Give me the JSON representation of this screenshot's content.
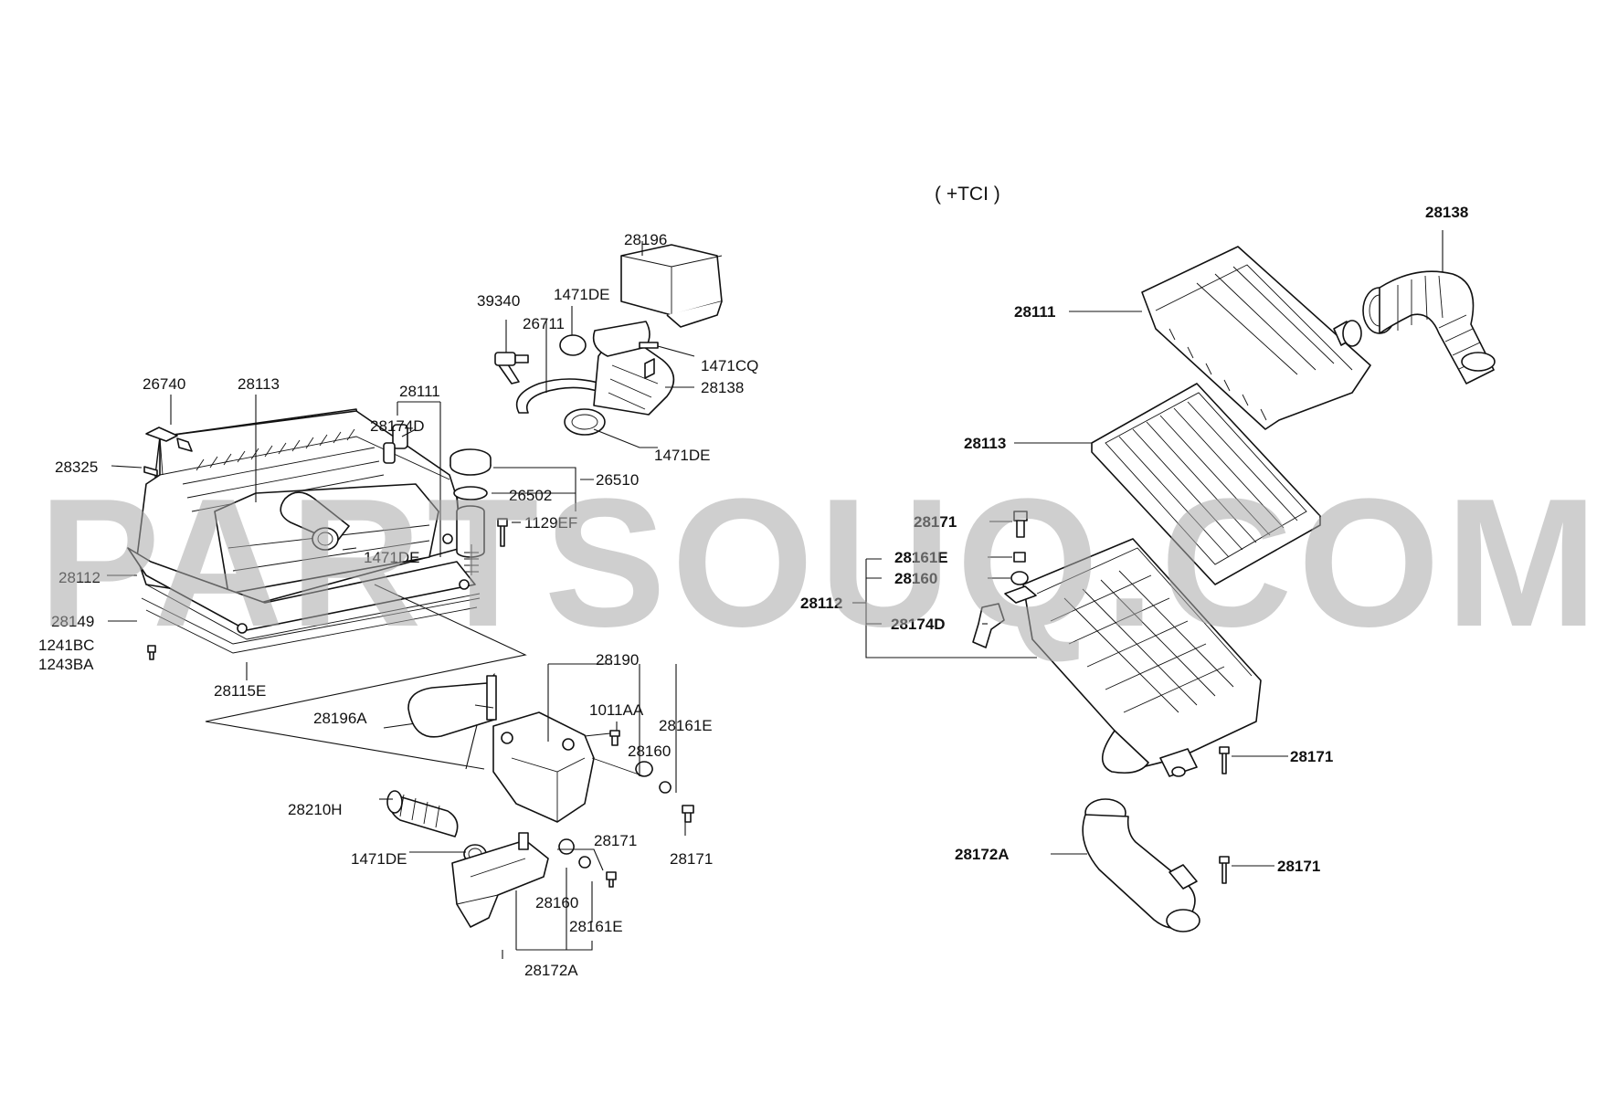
{
  "watermark": "PARTSOUQ.COM",
  "variant_label": "( +TCI )",
  "left_labels": {
    "p26740": "26740",
    "p28113": "28113",
    "p28325": "28325",
    "p28111": "28111",
    "p28174d": "28174D",
    "p39340": "39340",
    "p26711": "26711",
    "p1471de_top": "1471DE",
    "p28196": "28196",
    "p1471cq": "1471CQ",
    "p28138": "28138",
    "p1471de_right": "1471DE",
    "p26502": "26502",
    "p26510": "26510",
    "p1129ef": "1129EF",
    "p1471de_mid": "1471DE",
    "p28112": "28112",
    "p28149": "28149",
    "p1241bc": "1241BC",
    "p1243ba": "1243BA",
    "p28115e": "28115E",
    "p28190": "28190",
    "p28196a": "28196A",
    "p1011aa": "1011AA",
    "p28160_a": "28160",
    "p28161e_a": "28161E",
    "p28210h": "28210H",
    "p28171_a": "28171",
    "p1471de_low": "1471DE",
    "p28171_b": "28171",
    "p28160_b": "28160",
    "p28161e_b": "28161E",
    "p28172a": "28172A"
  },
  "right_labels": {
    "p28138": "28138",
    "p28111": "28111",
    "p28113": "28113",
    "p28171_top": "28171",
    "p28161e": "28161E",
    "p28160": "28160",
    "p28112": "28112",
    "p28174d": "28174D",
    "p28171_mid": "28171",
    "p28172a": "28172A",
    "p28171_low": "28171"
  }
}
